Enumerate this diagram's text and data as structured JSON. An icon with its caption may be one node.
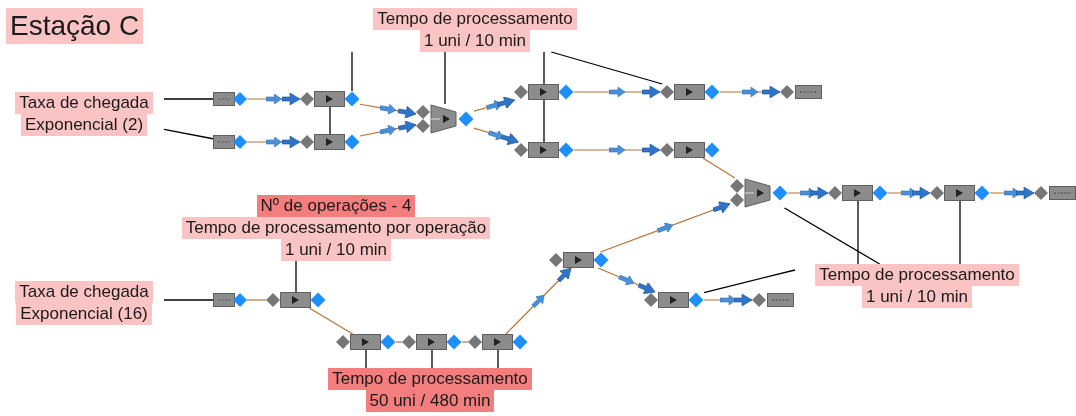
{
  "diagram": {
    "title": "Estação C",
    "nodes": [
      {
        "text": [
          "Tempo de processamento",
          "1 uni / 10 min"
        ]
      },
      {
        "text": [
          "Taxa de chegada",
          "Exponencial (2)"
        ]
      },
      {
        "text": [],
        "shape": "box"
      },
      {
        "text": [],
        "shape": "box"
      },
      {
        "text": [],
        "shape": "box"
      },
      {
        "text": [],
        "shape": "box"
      },
      {
        "text": [],
        "shape": "trapezoid"
      },
      {
        "text": [],
        "shape": "box"
      },
      {
        "text": [],
        "shape": "box"
      },
      {
        "text": [],
        "shape": "box"
      },
      {
        "text": [],
        "shape": "box"
      },
      {
        "text": [],
        "shape": "box"
      },
      {
        "text": [],
        "shape": "trapezoid"
      },
      {
        "text": [],
        "shape": "box"
      },
      {
        "text": [],
        "shape": "box"
      },
      {
        "text": [],
        "shape": "box"
      },
      {
        "text": [
          "Nº de operações - 4",
          "Tempo de processamento por operação",
          "1 uni / 10 min"
        ]
      },
      {
        "text": [
          "Taxa de chegada",
          "Exponencial (16)"
        ]
      },
      {
        "text": [],
        "shape": "box"
      },
      {
        "text": [],
        "shape": "box"
      },
      {
        "text": [],
        "shape": "box"
      },
      {
        "text": [],
        "shape": "box"
      },
      {
        "text": [],
        "shape": "box"
      },
      {
        "text": [],
        "shape": "box"
      },
      {
        "text": [],
        "shape": "box"
      },
      {
        "text": [],
        "shape": "box"
      },
      {
        "text": [
          "Tempo de processamento",
          "1 uni / 10 min"
        ]
      },
      {
        "text": [
          "Tempo de processamento",
          "50 uni / 480 min"
        ]
      }
    ],
    "edges": [
      {
        "from": 2,
        "to": 3,
        "arrow": "to"
      },
      {
        "from": 4,
        "to": 5,
        "arrow": "to"
      },
      {
        "from": 3,
        "to": 6,
        "arrow": "to"
      },
      {
        "from": 5,
        "to": 6,
        "arrow": "to"
      },
      {
        "from": 6,
        "to": 7,
        "arrow": "to"
      },
      {
        "from": 6,
        "to": 10,
        "arrow": "to"
      },
      {
        "from": 7,
        "to": 8,
        "arrow": "to"
      },
      {
        "from": 8,
        "to": 9,
        "arrow": "to"
      },
      {
        "from": 10,
        "to": 11,
        "arrow": "to"
      },
      {
        "from": 11,
        "to": 12,
        "arrow": "none"
      },
      {
        "from": 12,
        "to": 13,
        "arrow": "to"
      },
      {
        "from": 13,
        "to": 14,
        "arrow": "to"
      },
      {
        "from": 14,
        "to": 15,
        "arrow": "to"
      },
      {
        "from": 18,
        "to": 19,
        "arrow": "none"
      },
      {
        "from": 19,
        "to": 20,
        "arrow": "none"
      },
      {
        "from": 20,
        "to": 21,
        "arrow": "none"
      },
      {
        "from": 21,
        "to": 22,
        "arrow": "none"
      },
      {
        "from": 22,
        "to": 23,
        "arrow": "to"
      },
      {
        "from": 23,
        "to": 12,
        "arrow": "to"
      },
      {
        "from": 23,
        "to": 24,
        "arrow": "to"
      },
      {
        "from": 24,
        "to": 25,
        "arrow": "to"
      },
      {
        "from": 0,
        "to": 3,
        "arrow": "none",
        "color": "#000000"
      },
      {
        "from": 0,
        "to": 6,
        "arrow": "none",
        "color": "#000000"
      },
      {
        "from": 0,
        "to": 7,
        "arrow": "none",
        "color": "#000000"
      },
      {
        "from": 0,
        "to": 8,
        "arrow": "none",
        "color": "#000000"
      },
      {
        "from": 3,
        "to": 5,
        "arrow": "none",
        "color": "#000000"
      },
      {
        "from": 7,
        "to": 10,
        "arrow": "none",
        "color": "#000000"
      },
      {
        "from": 1,
        "to": 2,
        "arrow": "none",
        "color": "#000000"
      },
      {
        "from": 1,
        "to": 4,
        "arrow": "none",
        "color": "#000000"
      },
      {
        "from": 16,
        "to": 19,
        "arrow": "none",
        "color": "#000000"
      },
      {
        "from": 17,
        "to": 18,
        "arrow": "none",
        "color": "#000000"
      },
      {
        "from": 26,
        "to": 12,
        "arrow": "none",
        "color": "#000000"
      },
      {
        "from": 26,
        "to": 13,
        "arrow": "none",
        "color": "#000000"
      },
      {
        "from": 26,
        "to": 14,
        "arrow": "none",
        "color": "#000000"
      },
      {
        "from": 26,
        "to": 24,
        "arrow": "none",
        "color": "#000000"
      },
      {
        "from": 27,
        "to": 20,
        "arrow": "none",
        "color": "#000000"
      },
      {
        "from": 27,
        "to": 21,
        "arrow": "none",
        "color": "#000000"
      },
      {
        "from": 27,
        "to": 22,
        "arrow": "none",
        "color": "#000000"
      }
    ]
  }
}
